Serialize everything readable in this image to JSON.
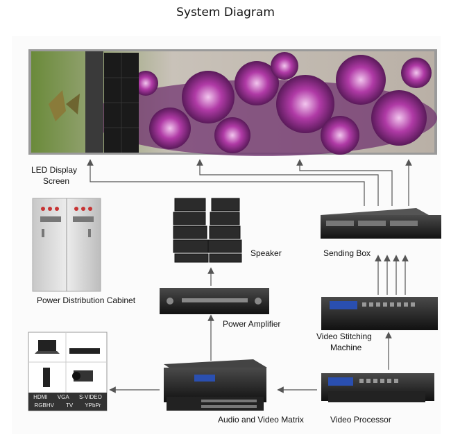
{
  "title": "System Diagram",
  "labels": {
    "led_display_line1": "LED Display",
    "led_display_line2": "Screen",
    "speaker": "Speaker",
    "sending_box": "Sending Box",
    "power_distribution_cabinet": "Power Distribution Cabinet",
    "power_amplifier": "Power Amplifier",
    "video_stitching_line1": "Video Stitching",
    "video_stitching_line2": "Machine",
    "audio_video_matrix": "Audio and Video Matrix",
    "video_processor": "Video Processor"
  },
  "sources_panel": {
    "row1": [
      "HDMI",
      "VGA",
      "S-VIDEO"
    ],
    "row2": [
      "RGBHV",
      "TV",
      "YPbPr"
    ]
  },
  "colors": {
    "arrow": "#555555",
    "device_dark": "#1e1e1e",
    "cabinet": "#d9d9d9"
  }
}
